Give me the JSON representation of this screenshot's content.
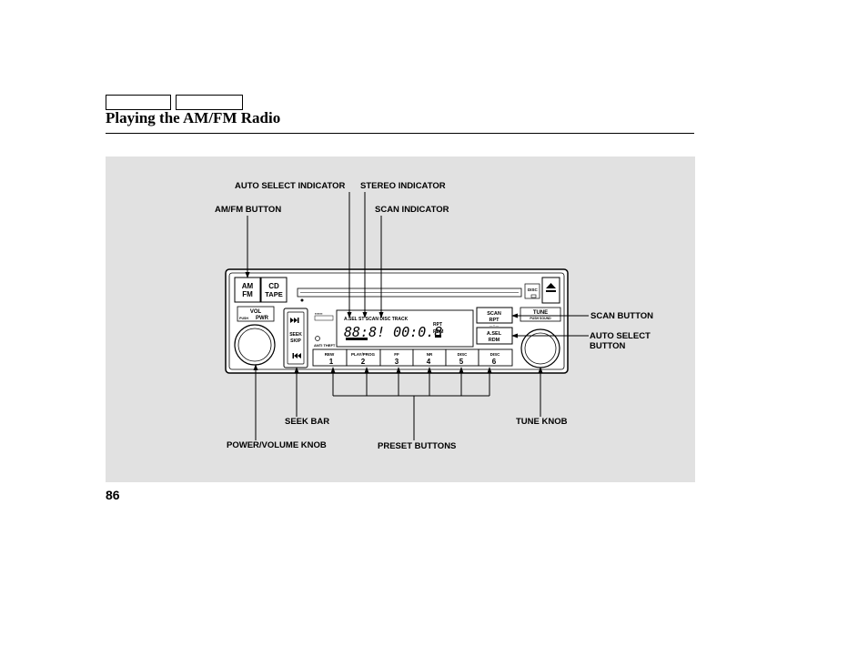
{
  "page": {
    "title": "Playing the AM/FM Radio",
    "page_number": "86"
  },
  "callouts": {
    "auto_select_indicator": "AUTO SELECT INDICATOR",
    "stereo_indicator": "STEREO INDICATOR",
    "am_fm_button": "AM/FM BUTTON",
    "scan_indicator": "SCAN INDICATOR",
    "scan_button": "SCAN BUTTON",
    "auto_select_button_line1": "AUTO SELECT",
    "auto_select_button_line2": "BUTTON",
    "seek_bar": "SEEK BAR",
    "tune_knob": "TUNE KNOB",
    "power_volume_knob": "POWER/VOLUME KNOB",
    "preset_buttons": "PRESET BUTTONS"
  },
  "radio": {
    "am_fm_top": "AM",
    "am_fm_bottom": "FM",
    "cd_top": "CD",
    "cd_bottom": "TAPE",
    "vol": "VOL",
    "pwr": "PWR",
    "push": "PUSH",
    "seek_top": "SEEK",
    "seek_bottom": "SKIP",
    "disc_label": "DISC",
    "anti_theft": "ANTI THEFT",
    "display_top": "A.SEL ST SCAN DISC TRACK",
    "display_rpt": "RPT",
    "display_rdm": "RDM",
    "scan_top": "SCAN",
    "scan_bottom": "RPT",
    "tune_label": "TUNE",
    "tune_sub": "PUSH SOUND",
    "asel_top": "A.SEL",
    "asel_bottom": "RDM",
    "presets": [
      {
        "top": "REW",
        "num": "1"
      },
      {
        "top": "PLAY/PROG",
        "num": "2"
      },
      {
        "top": "FF",
        "num": "3"
      },
      {
        "top": "NR",
        "num": "4"
      },
      {
        "top": "DISC",
        "num": "5"
      },
      {
        "top": "DISC",
        "num": "6"
      }
    ]
  }
}
